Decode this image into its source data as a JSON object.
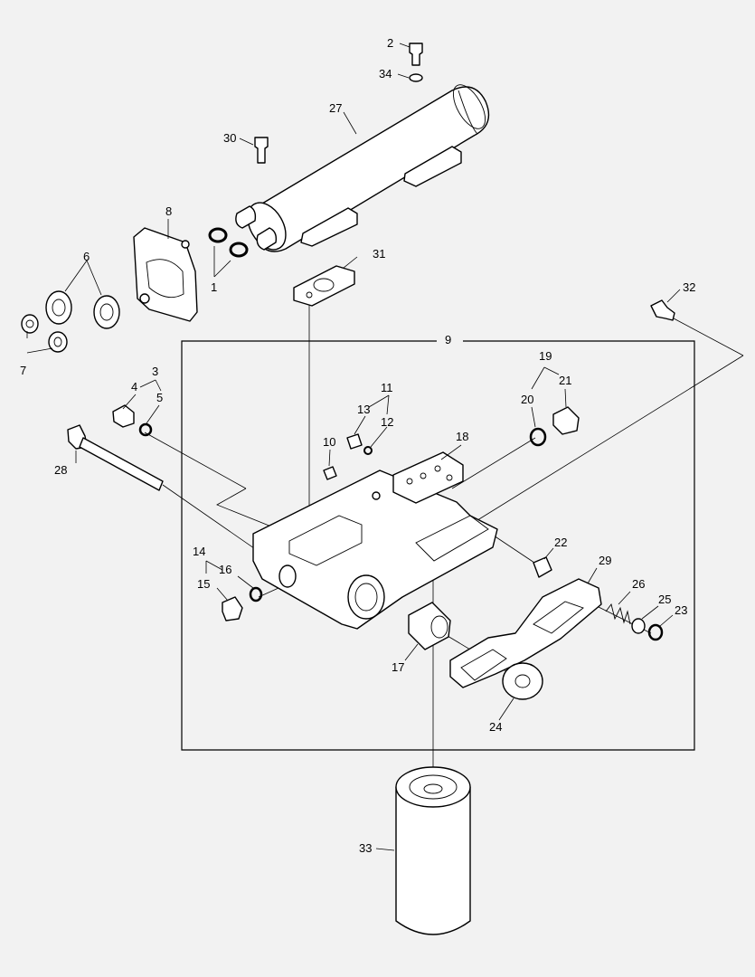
{
  "diagram": {
    "background": "#f2f2f2",
    "line_color": "#000000",
    "part_fill": "#ffffff",
    "callouts": {
      "c1": "1",
      "c2": "2",
      "c3": "3",
      "c4": "4",
      "c5": "5",
      "c6": "6",
      "c7": "7",
      "c8": "8",
      "c9": "9",
      "c10": "10",
      "c11": "11",
      "c12": "12",
      "c13": "13",
      "c14": "14",
      "c15": "15",
      "c16": "16",
      "c17": "17",
      "c18": "18",
      "c19": "19",
      "c20": "20",
      "c21": "21",
      "c22": "22",
      "c23": "23",
      "c24": "24",
      "c25": "25",
      "c26": "26",
      "c27": "27",
      "c28": "28",
      "c29": "29",
      "c30": "30",
      "c31": "31",
      "c32": "32",
      "c33": "33",
      "c34": "34"
    }
  }
}
